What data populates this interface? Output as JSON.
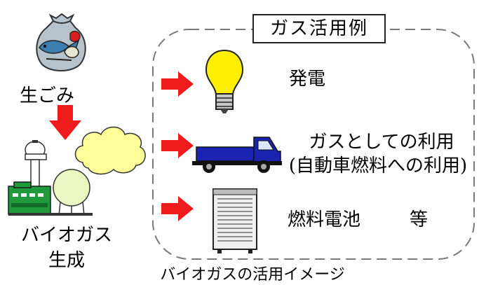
{
  "diagram": {
    "caption": "バイオガスの活用イメージ",
    "left": {
      "input_label": "生ごみ",
      "output_label_line1": "バイオガス",
      "output_label_line2": "生成"
    },
    "panel": {
      "title": "ガス活用例",
      "items": [
        {
          "label": "発電",
          "icon": "light-bulb-icon"
        },
        {
          "label": "ガスとしての利用",
          "sub_label": "(自動車燃料への利用)",
          "icon": "truck-icon"
        },
        {
          "label": "燃料電池",
          "suffix": "等",
          "icon": "fuel-cell-icon"
        }
      ]
    },
    "colors": {
      "arrow": "#ee1c1c",
      "truck": "#1a24b0",
      "plant_green": "#1f9a3c",
      "cloud": "#ffff9a",
      "tank": "#eaf7c0"
    }
  }
}
